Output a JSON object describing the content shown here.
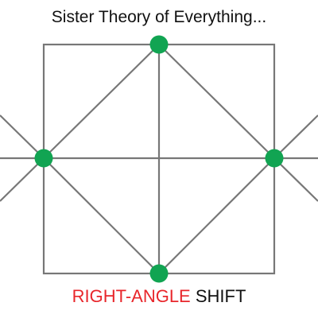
{
  "title": "Sister Theory of Everything...",
  "caption": {
    "highlight": "RIGHT-ANGLE",
    "rest": " SHIFT"
  },
  "colors": {
    "line": "#777777",
    "node": "#11a452",
    "highlight": "#e8262b",
    "text": "#111111"
  }
}
